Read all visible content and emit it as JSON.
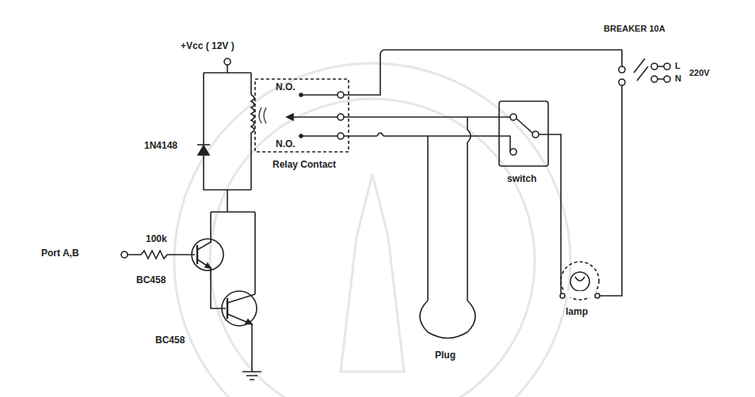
{
  "diagram": {
    "labels": [
      "+Vcc ( 12V )",
      "1N4148",
      "100k",
      "Port A,B",
      "BC458",
      "BC458",
      "N.O.",
      "N.O.",
      "Relay Contact",
      "switch",
      "Plug",
      "lamp",
      "BREAKER 10A",
      "L",
      "N",
      "220V"
    ]
  }
}
